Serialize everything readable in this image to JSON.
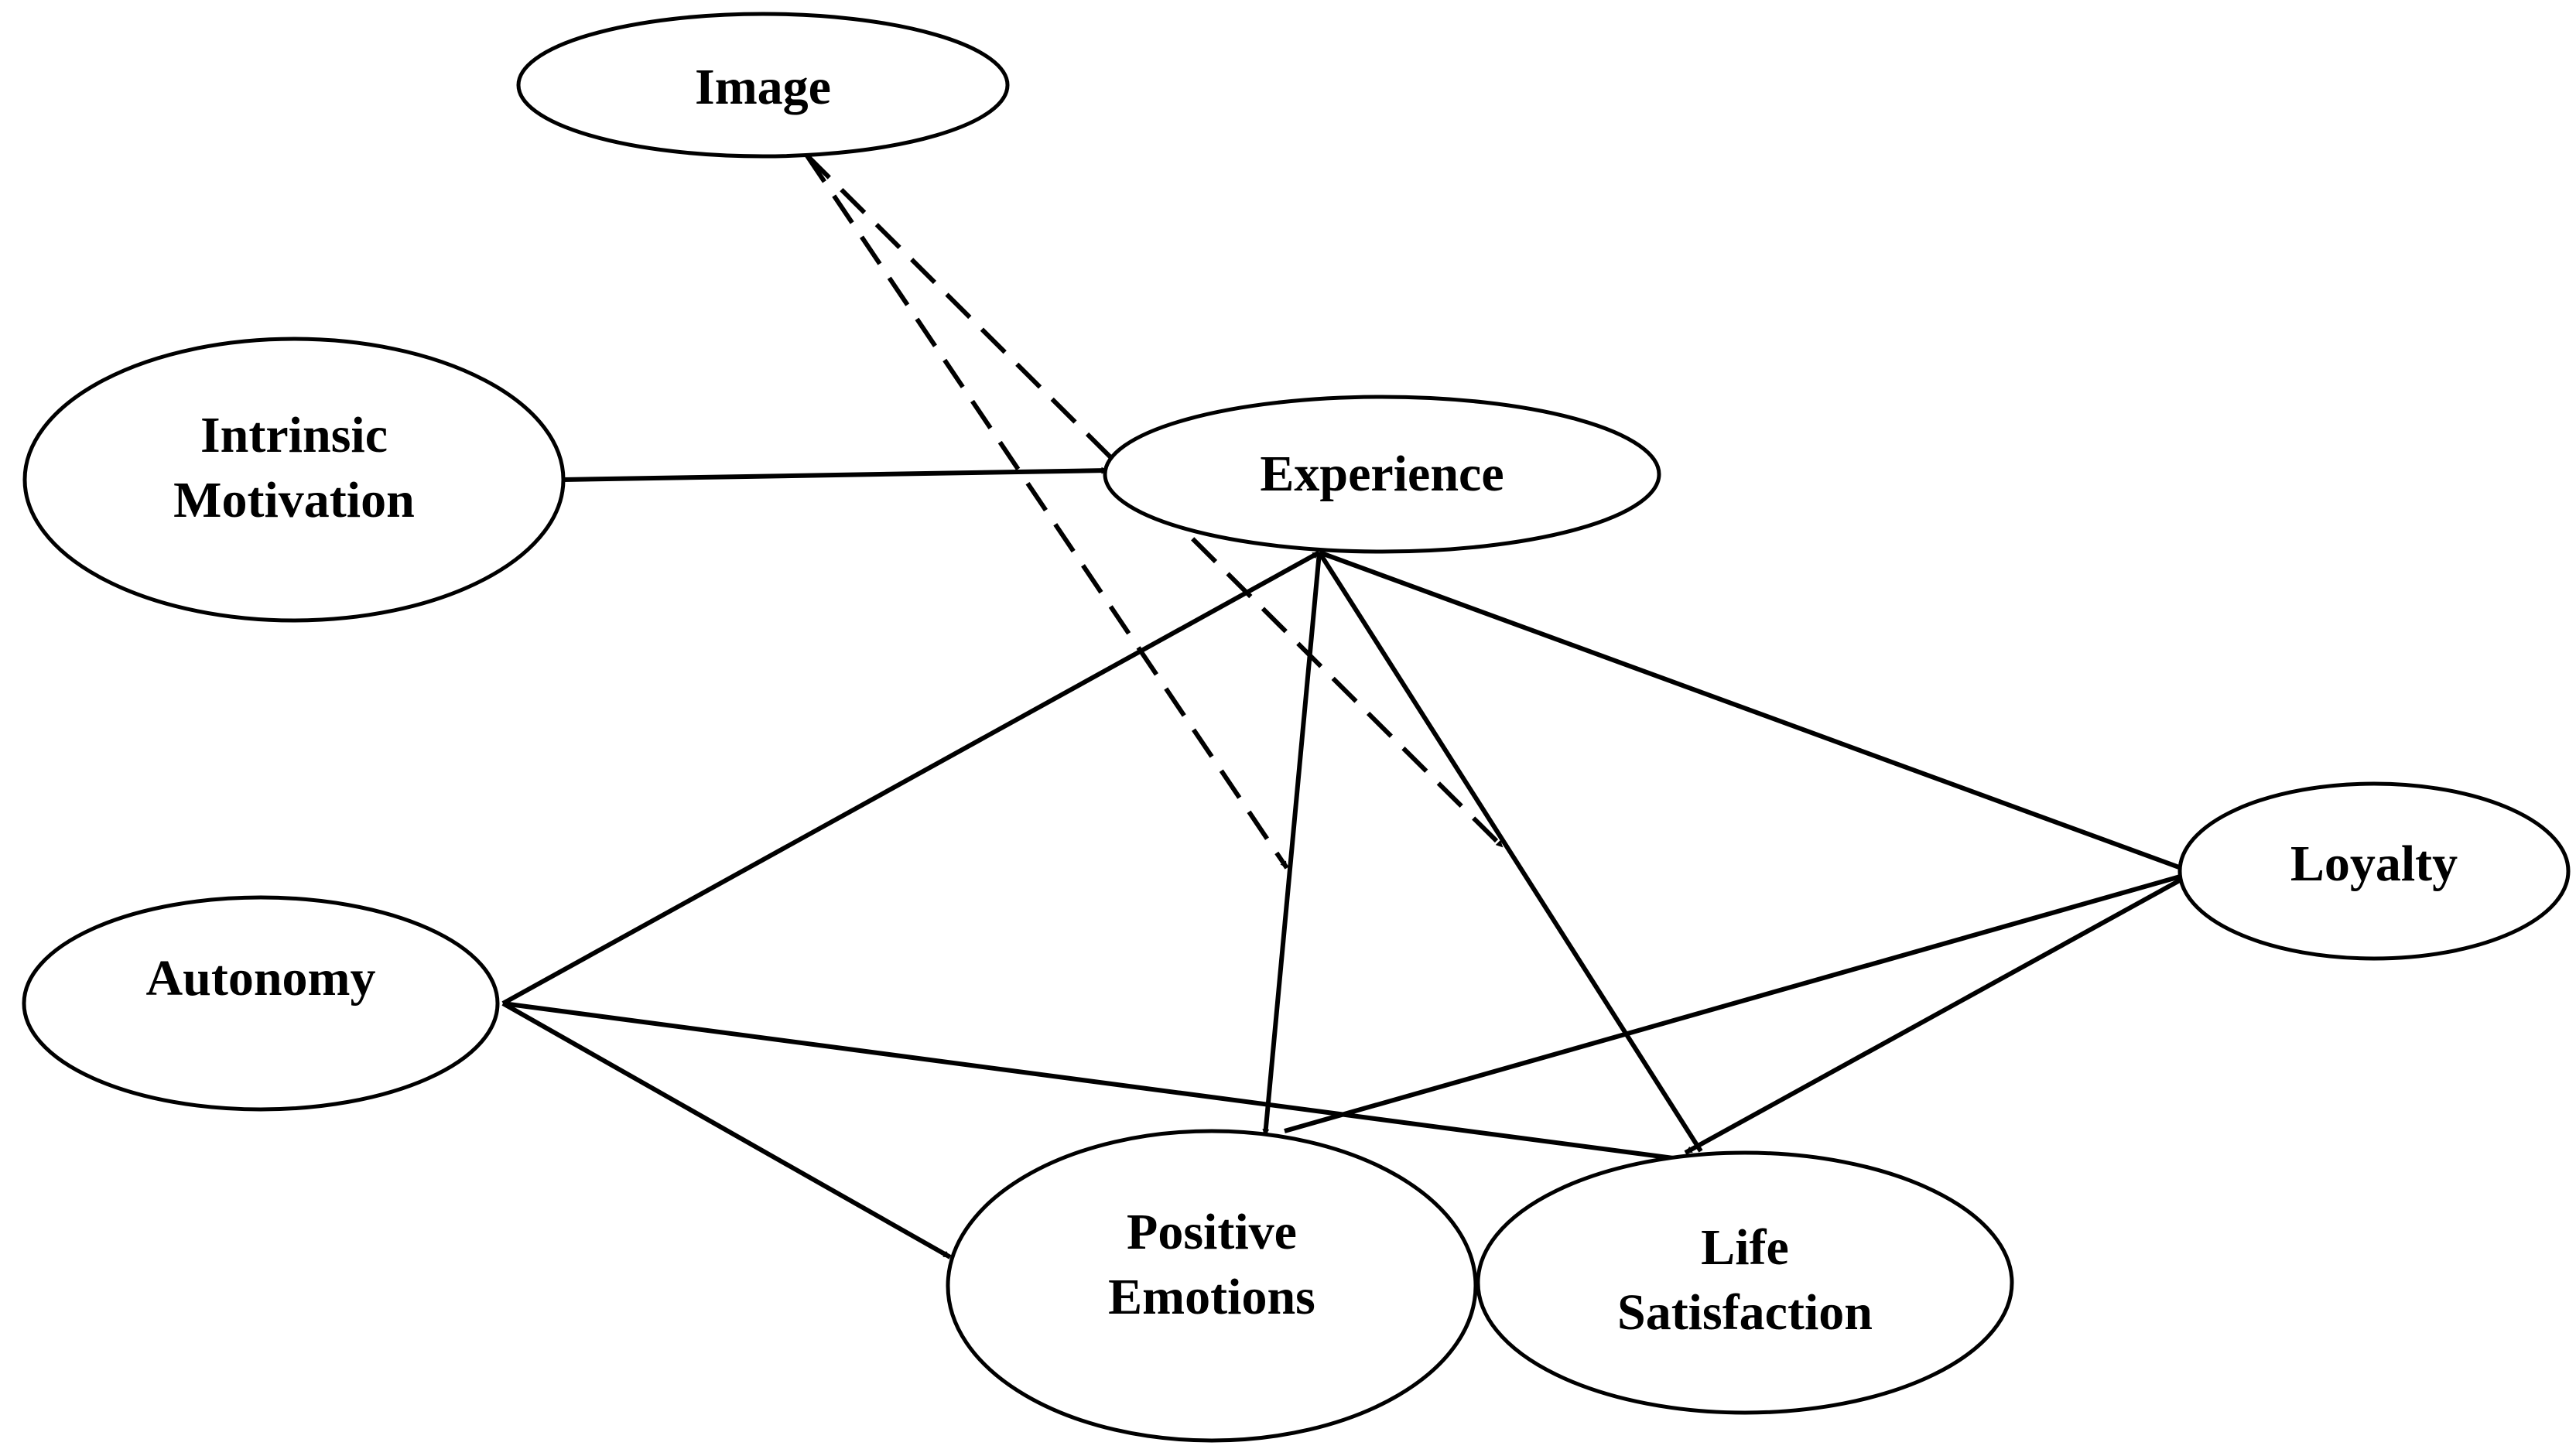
{
  "diagram": {
    "nodes": {
      "image": {
        "lines": [
          "Image"
        ]
      },
      "intrinsic_motivation": {
        "lines": [
          "Intrinsic",
          "Motivation"
        ]
      },
      "experience": {
        "lines": [
          "Experience"
        ]
      },
      "autonomy": {
        "lines": [
          "Autonomy"
        ]
      },
      "loyalty": {
        "lines": [
          "Loyalty"
        ]
      },
      "positive_emotions": {
        "lines": [
          "Positive",
          "Emotions"
        ]
      },
      "life_satisfaction": {
        "lines": [
          "Life",
          "Satisfaction"
        ]
      }
    },
    "edges": [
      {
        "from": "intrinsic_motivation",
        "to": "experience",
        "style": "solid"
      },
      {
        "from": "image",
        "to": "positive_emotions",
        "style": "dashed"
      },
      {
        "from": "image",
        "to": "life_satisfaction",
        "style": "dashed"
      },
      {
        "from": "autonomy",
        "to": "experience",
        "style": "solid"
      },
      {
        "from": "autonomy",
        "to": "positive_emotions",
        "style": "solid"
      },
      {
        "from": "autonomy",
        "to": "life_satisfaction",
        "style": "solid"
      },
      {
        "from": "experience",
        "to": "positive_emotions",
        "style": "solid"
      },
      {
        "from": "experience",
        "to": "life_satisfaction",
        "style": "solid"
      },
      {
        "from": "experience",
        "to": "loyalty",
        "style": "solid"
      },
      {
        "from": "positive_emotions",
        "to": "loyalty",
        "style": "solid"
      },
      {
        "from": "loyalty",
        "to": "life_satisfaction",
        "style": "solid",
        "bidirectional": true
      }
    ],
    "colors": {
      "stroke": "#000000",
      "fill": "#ffffff"
    }
  }
}
